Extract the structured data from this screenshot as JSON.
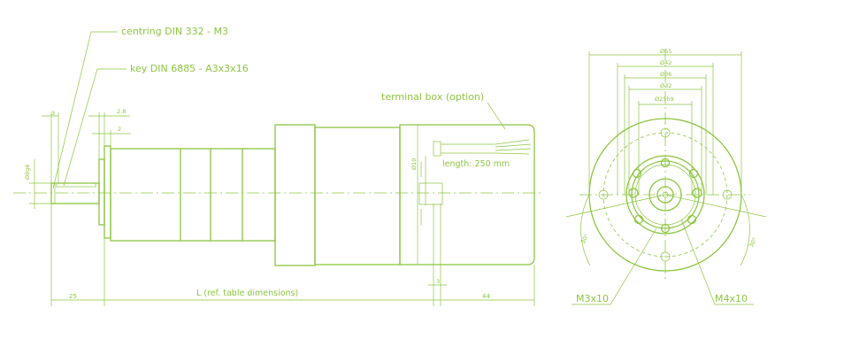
{
  "labels": {
    "centring": "centring DIN 332 - M3",
    "key": "key DIN 6885 - A3x3x16",
    "terminal_box": "terminal box (option)",
    "cable_length": "length: 250 mm",
    "length_ref": "L  (ref. table dimensions)",
    "dim_25": "25",
    "dim_44": "44",
    "dim_3_top": "3",
    "dim_2_8": "2,8",
    "dim_2": "2",
    "dim_3_bottom": "3",
    "shaft_dia": "Ø8g6",
    "box_dia": "Ø10",
    "dia_65": "Ø65",
    "dia_42": "Ø42",
    "dia_36": "Ø36",
    "dia_32": "Ø32",
    "dia_25h9": "Ø25h9",
    "angle_left": "30°",
    "angle_right": "30°",
    "thread_left": "M3x10",
    "thread_right": "M4x10"
  },
  "colors": {
    "line": "#8cc63f",
    "background": "#ffffff"
  }
}
